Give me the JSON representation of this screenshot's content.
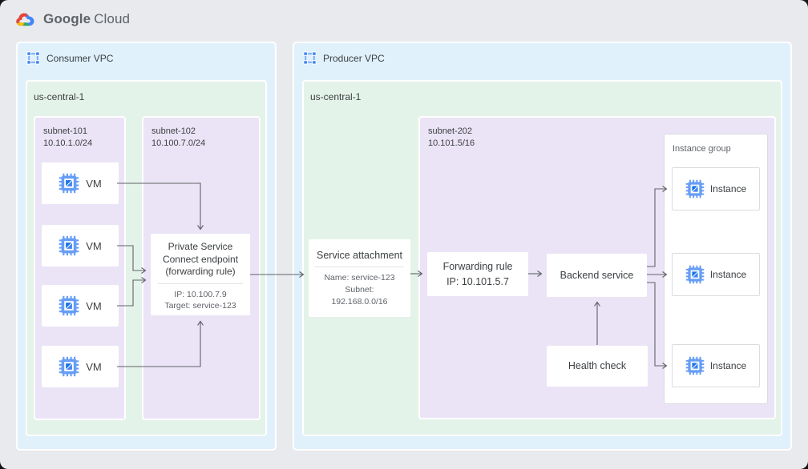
{
  "logo": {
    "google": "Google",
    "cloud": "Cloud"
  },
  "palette": {
    "background": "#e8eaed",
    "vpc_fill": "#e0f1fc",
    "region_fill": "#e4f3e9",
    "subnet_fill": "#ebe4f6",
    "node_fill": "#ffffff",
    "node_border": "#dadce0",
    "arrow": "#5f6368",
    "icon_blue": "#4285f4",
    "icon_blue_light": "#669df6",
    "logo_red": "#ea4335",
    "logo_yellow": "#fbbc04",
    "logo_green": "#34a853",
    "text_primary": "#3c4043",
    "text_secondary": "#5f6368"
  },
  "icons": {
    "logo": "google-cloud-logo-icon",
    "vpc": "vpc-frame-icon",
    "vm": "compute-chip-icon",
    "instance": "compute-chip-icon"
  },
  "consumer_vpc": {
    "label": "Consumer VPC",
    "region": {
      "label": "us-central-1",
      "subnet_101": {
        "name": "subnet-101",
        "cidr": "10.10.1.0/24",
        "vms": [
          {
            "label": "VM"
          },
          {
            "label": "VM"
          },
          {
            "label": "VM"
          },
          {
            "label": "VM"
          }
        ]
      },
      "subnet_102": {
        "name": "subnet-102",
        "cidr": "10.100.7.0/24",
        "psc_endpoint": {
          "title": "Private Service Connect endpoint (forwarding rule)",
          "details": [
            "IP: 10.100.7.9",
            "Target: service-123"
          ]
        }
      }
    }
  },
  "producer_vpc": {
    "label": "Producer VPC",
    "region": {
      "label": "us-central-1",
      "service_attachment": {
        "title": "Service attachment",
        "details": [
          "Name: service-123",
          "Subnet:",
          "192.168.0.0/16"
        ]
      },
      "subnet_202": {
        "name": "subnet-202",
        "cidr": "10.101.5/16",
        "forwarding_rule": {
          "line1": "Forwarding rule",
          "line2": "IP: 10.101.5.7"
        },
        "backend_service": {
          "label": "Backend service"
        },
        "health_check": {
          "label": "Health check"
        },
        "instance_group": {
          "label": "Instance group",
          "instances": [
            {
              "label": "Instance"
            },
            {
              "label": "Instance"
            },
            {
              "label": "Instance"
            }
          ]
        }
      }
    }
  }
}
